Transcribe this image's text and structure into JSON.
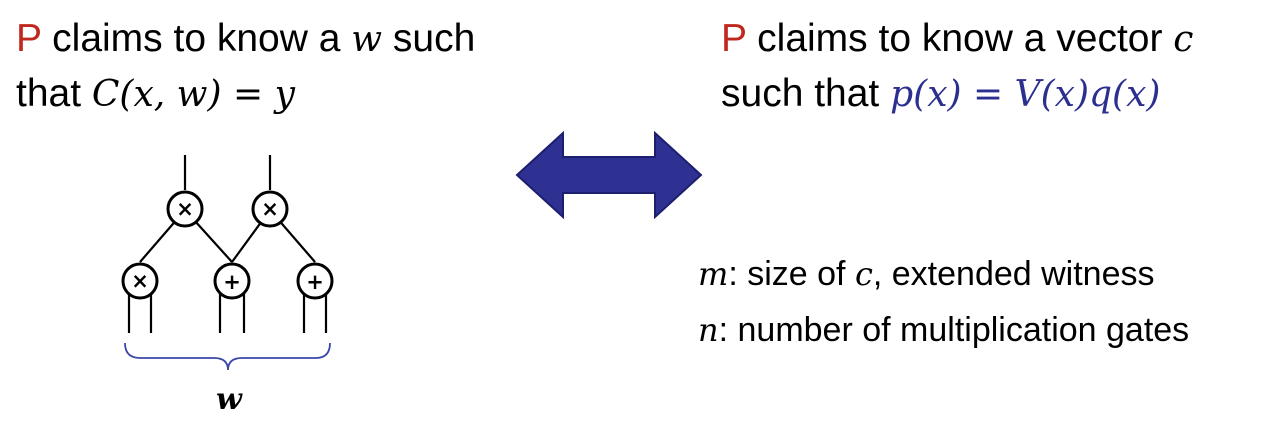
{
  "left_claim": {
    "prover": "P",
    "line1_text": " claims to know a ",
    "line1_var": "w",
    "line1_end": " such",
    "line2_text": "that ",
    "line2_math": "C(x, w) = y"
  },
  "right_claim": {
    "prover": "P",
    "line1_text": " claims to know a vector ",
    "line1_var": "c",
    "line2_text": "such that ",
    "line2_math": "p(x) = V(x)q(x)"
  },
  "definitions": {
    "m_symbol": "m",
    "m_text_a": ": size of ",
    "m_var": "c",
    "m_text_b": ", extended witness",
    "n_symbol": "n",
    "n_text": ": number of multiplication gates"
  },
  "circuit": {
    "multiply_symbol": "×",
    "add_symbol": "+",
    "witness_label": "w"
  },
  "colors": {
    "prover": "#c0281e",
    "equation": "#2b2f8f",
    "arrow": "#2e3192",
    "brace": "#3a47a8"
  }
}
